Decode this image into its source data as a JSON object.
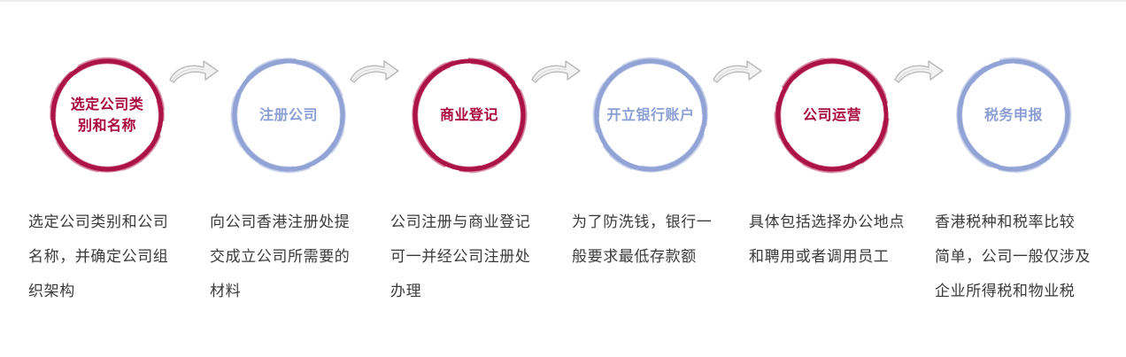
{
  "colors": {
    "crimson": "#a8073d",
    "periwinkle": "#8c9fd4",
    "arrow_fill": "#f2f2f2",
    "arrow_stroke": "#b9b9b9",
    "text": "#3a3a3a"
  },
  "steps": [
    {
      "title": "选定公司类\n别和名称",
      "style": "crimson",
      "desc": "选定公司类别和公司\n名称，并确定公司组\n织架构"
    },
    {
      "title": "注册公司",
      "style": "periwinkle",
      "desc": "向公司香港注册处提\n交成立公司所需要的\n材料"
    },
    {
      "title": "商业登记",
      "style": "crimson",
      "desc": "公司注册与商业登记\n可一并经公司注册处\n办理"
    },
    {
      "title": "开立银行账户",
      "style": "periwinkle",
      "desc": "为了防洗钱，银行一\n般要求最低存款额"
    },
    {
      "title": "公司运营",
      "style": "crimson",
      "desc": "具体包括选择办公地点\n和聘用或者调用员工"
    },
    {
      "title": "税务申报",
      "style": "periwinkle",
      "desc": "香港税种和税率比较\n简单，公司一般仅涉及\n企业所得税和物业税"
    }
  ],
  "arrow_icon": "curved-right-arrow-icon"
}
